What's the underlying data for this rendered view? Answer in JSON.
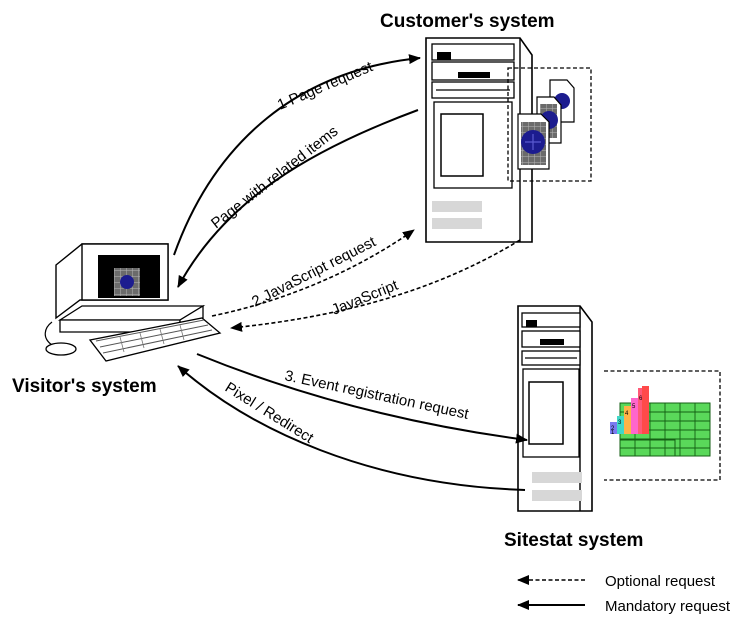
{
  "systems": {
    "customer": "Customer's  system",
    "visitor": "Visitor's system",
    "sitestat": "Sitestat system"
  },
  "arrows": {
    "page_request": "1 Page request",
    "page_with_related": "Page with related items",
    "javascript_request": "2.JavaScript request",
    "javascript": "JavaScript",
    "event_registration": "3. Event registration request",
    "pixel_redirect": "Pixel / Redirect"
  },
  "chart_labels": [
    "6",
    "5",
    "4",
    "3",
    "2",
    "1"
  ],
  "legend": {
    "optional": "Optional request",
    "mandatory": "Mandatory request"
  }
}
